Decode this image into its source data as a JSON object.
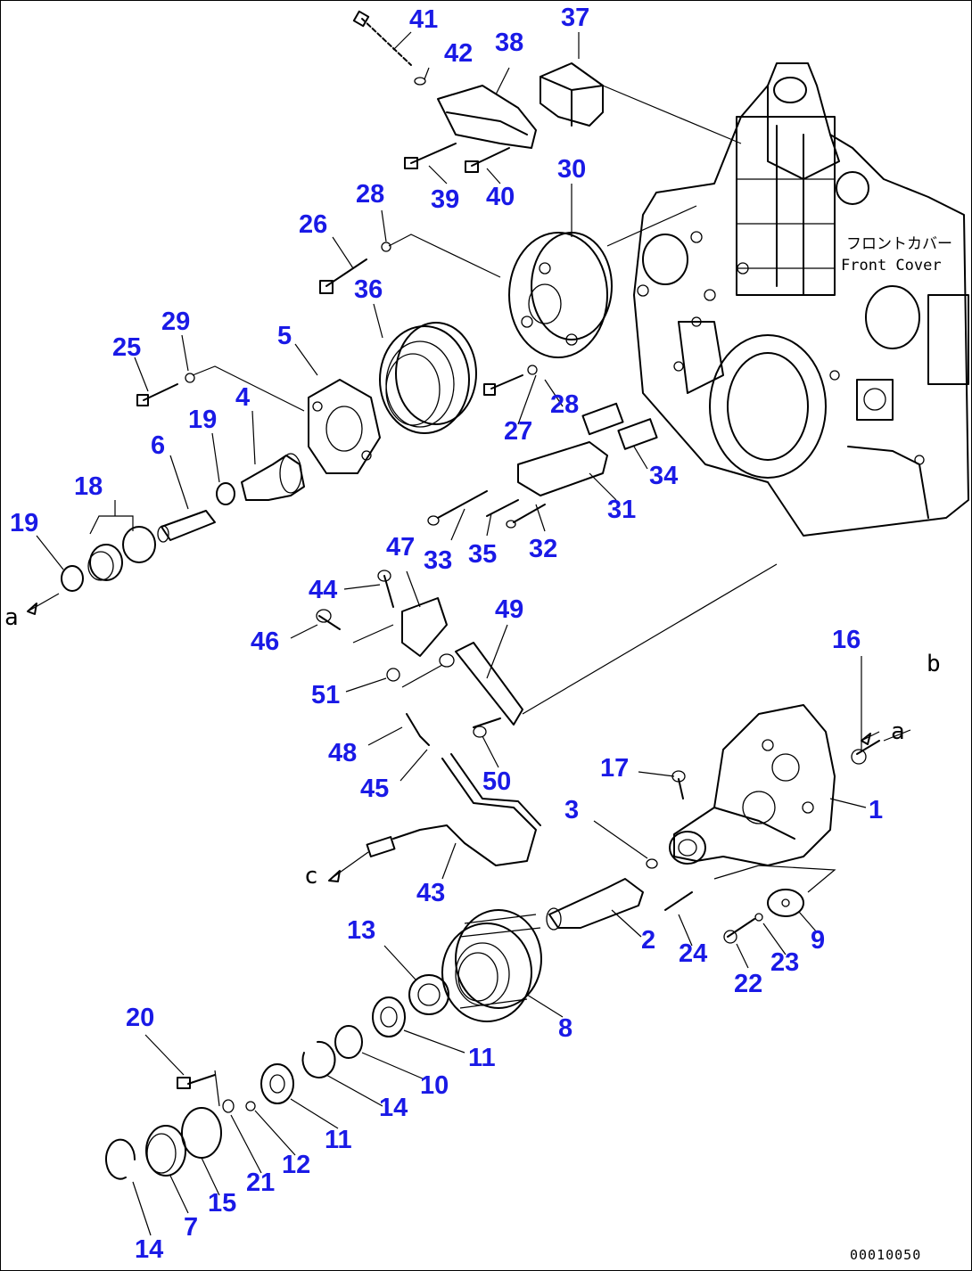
{
  "callouts": [
    "1",
    "2",
    "3",
    "4",
    "5",
    "6",
    "7",
    "8",
    "9",
    "10",
    "11",
    "11",
    "12",
    "13",
    "14",
    "14",
    "15",
    "16",
    "17",
    "18",
    "19",
    "19",
    "20",
    "21",
    "22",
    "23",
    "24",
    "25",
    "26",
    "27",
    "28",
    "28",
    "29",
    "30",
    "31",
    "32",
    "33",
    "34",
    "35",
    "36",
    "37",
    "38",
    "39",
    "40",
    "41",
    "42",
    "43",
    "44",
    "45",
    "46",
    "47",
    "48",
    "49",
    "50",
    "51"
  ],
  "refs": [
    "a",
    "a",
    "b",
    "c"
  ],
  "front_cover_jp": "フロントカバー",
  "front_cover_en": "Front Cover",
  "doc_code": "00010050",
  "colors": {
    "callout": "#1a1ae6",
    "line": "#000000"
  }
}
